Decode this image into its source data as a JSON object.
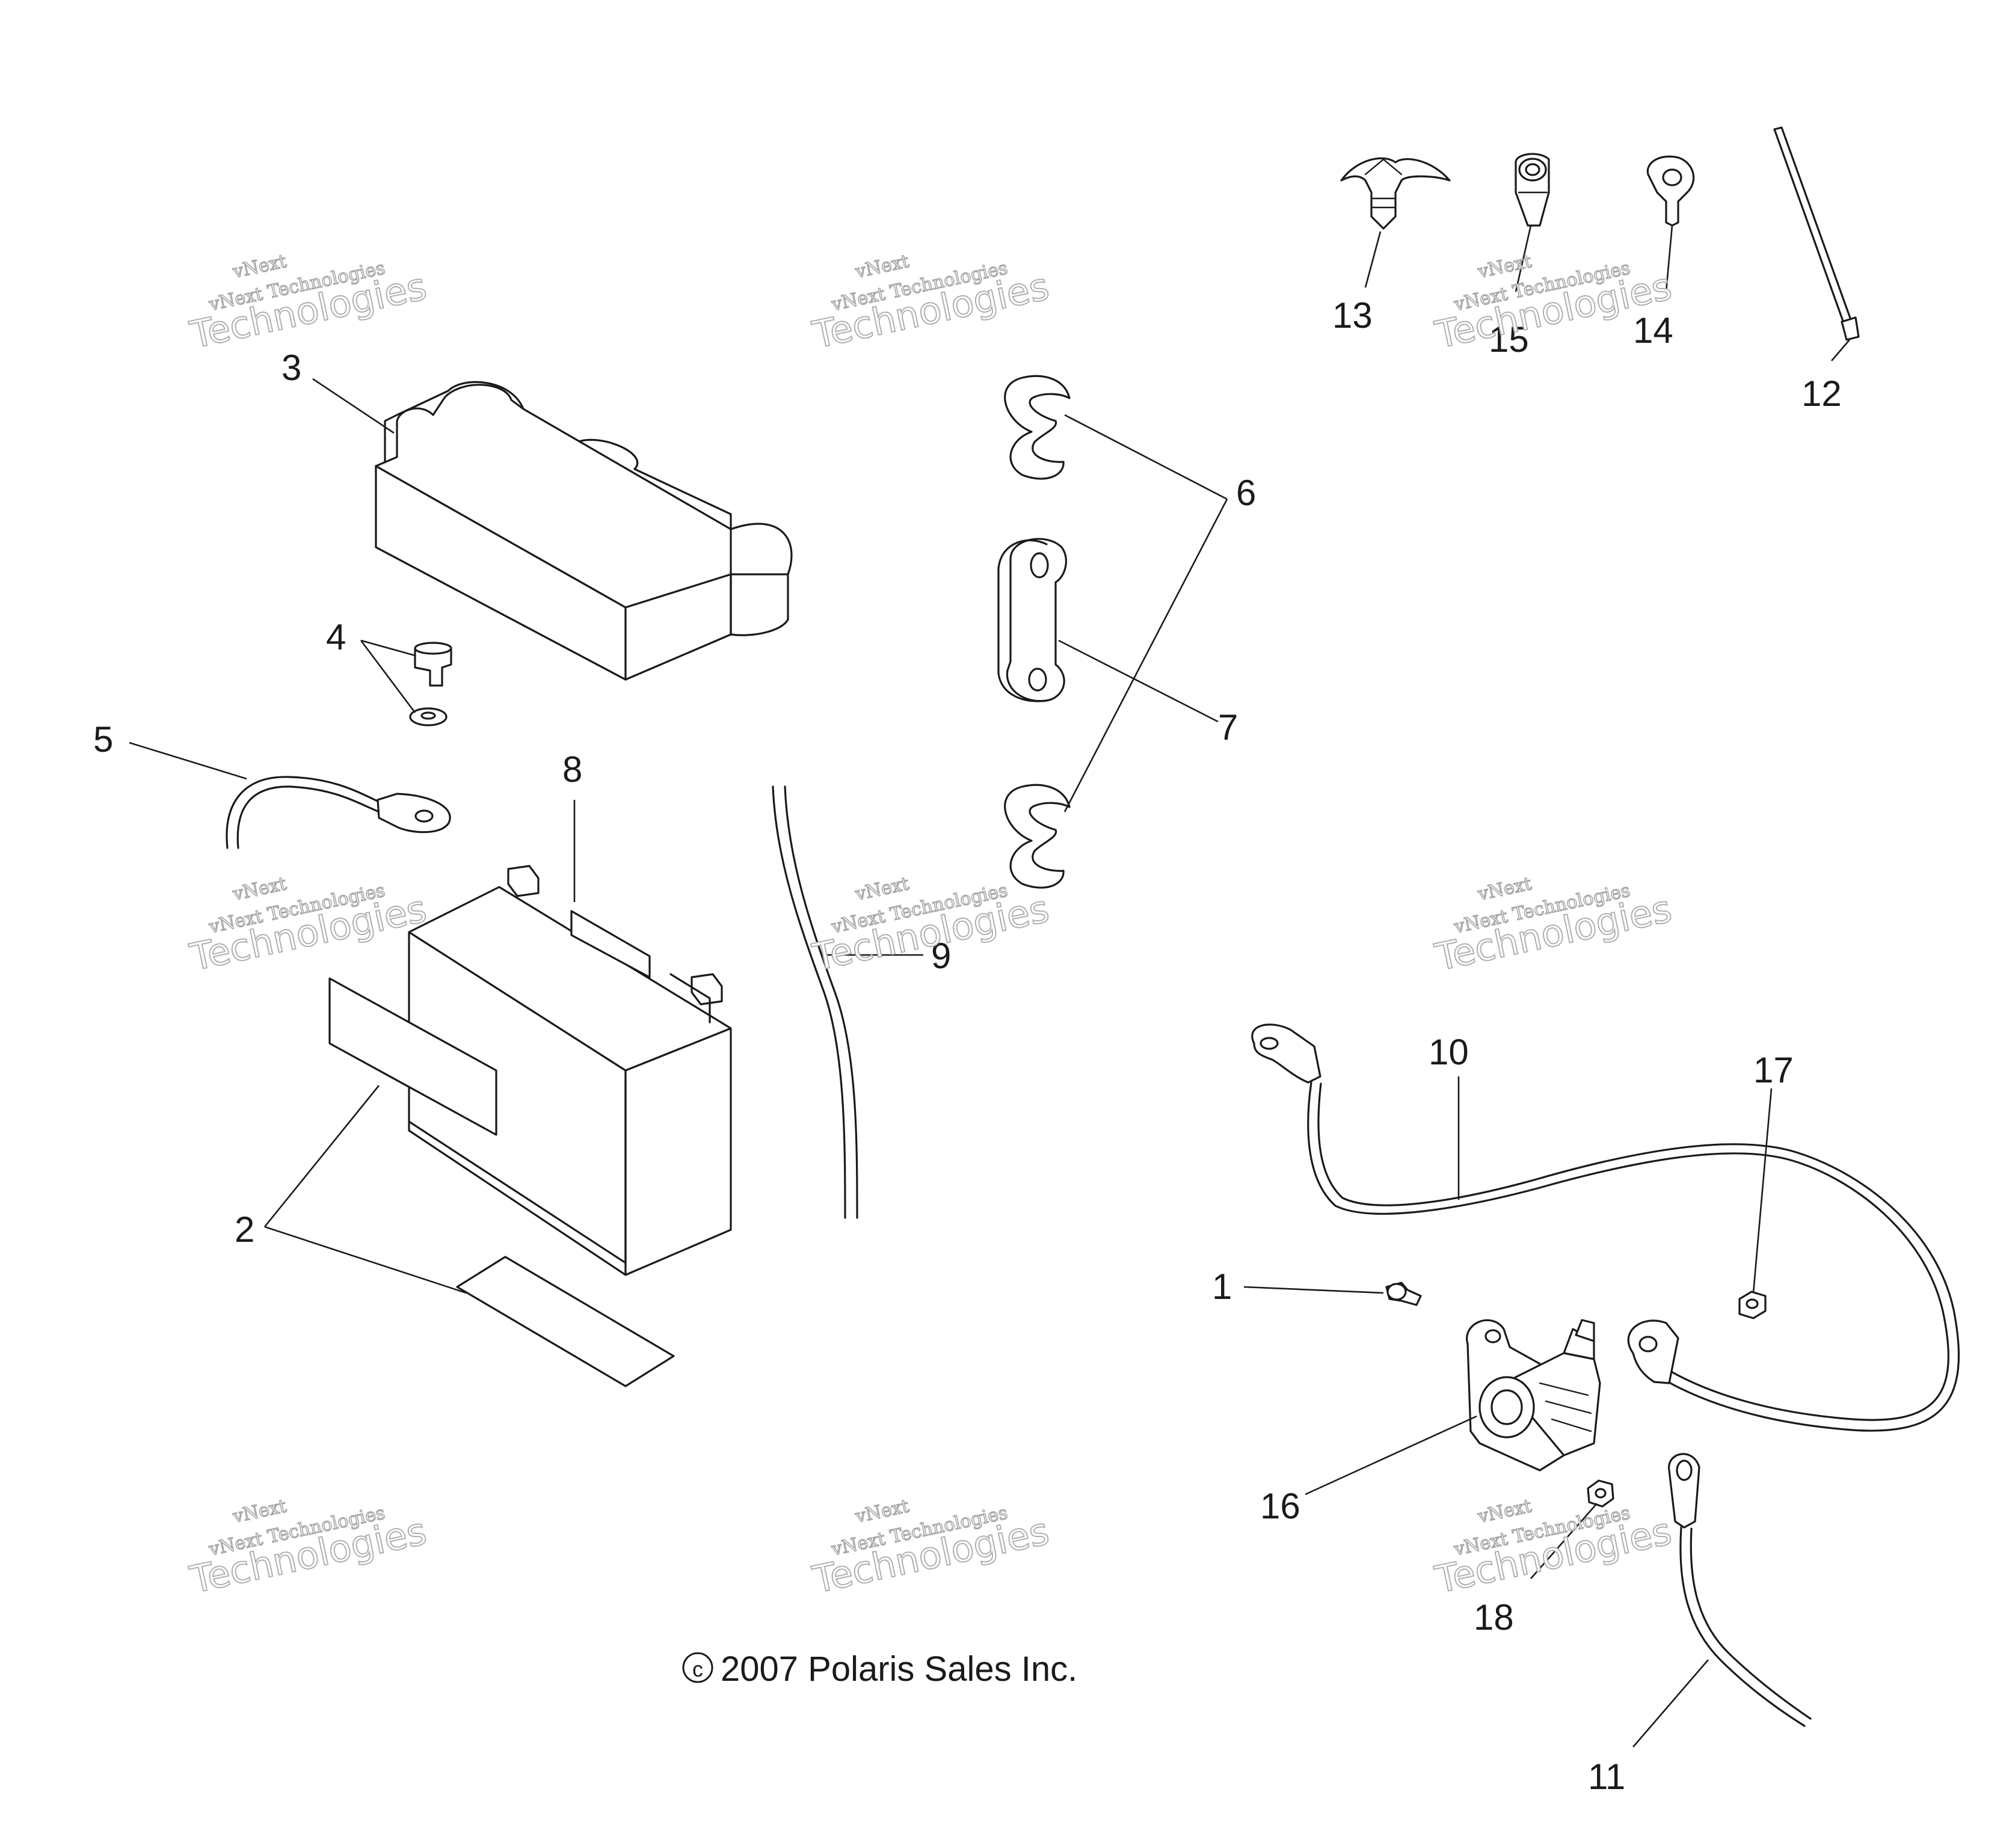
{
  "callouts": {
    "c1": "1",
    "c2": "2",
    "c3": "3",
    "c4": "4",
    "c5": "5",
    "c6": "6",
    "c7": "7",
    "c8": "8",
    "c9": "9",
    "c10": "10",
    "c11": "11",
    "c12": "12",
    "c13": "13",
    "c14": "14",
    "c15": "15",
    "c16": "16",
    "c17": "17",
    "c18": "18"
  },
  "copyright": "2007 Polaris Sales Inc.",
  "watermark": {
    "line1": "vNext",
    "line2": "vNext Technologies",
    "line3": "Technologies"
  },
  "colors": {
    "ink": "#1a1a1a",
    "watermark": "#b0b0b0",
    "background": "#ffffff"
  }
}
